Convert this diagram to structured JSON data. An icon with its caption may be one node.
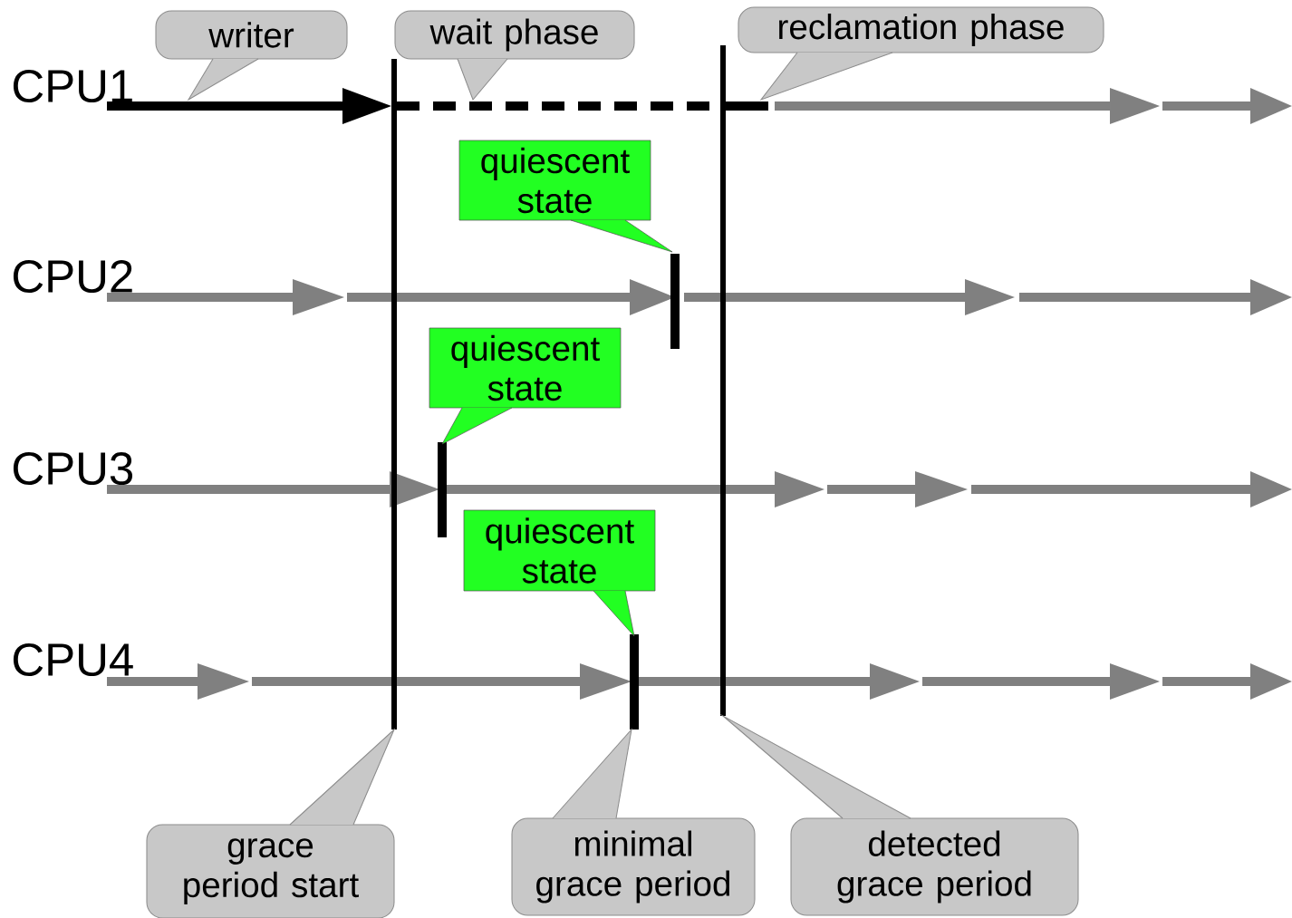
{
  "diagram": {
    "nodes": [
      {
        "text": [
          "writer"
        ]
      },
      {
        "text": [
          "wait phase"
        ]
      },
      {
        "text": [
          "reclamation phase"
        ]
      },
      {
        "text": [
          "quiescent state"
        ]
      },
      {
        "text": [
          "quiescent state"
        ]
      },
      {
        "text": [
          "quiescent state"
        ]
      },
      {
        "text": [
          "grace period start"
        ]
      },
      {
        "text": [
          "minimal grace period"
        ]
      },
      {
        "text": [
          "detected grace period"
        ]
      }
    ],
    "labels": [
      "CPU1",
      "CPU2",
      "CPU3",
      "CPU4"
    ]
  }
}
